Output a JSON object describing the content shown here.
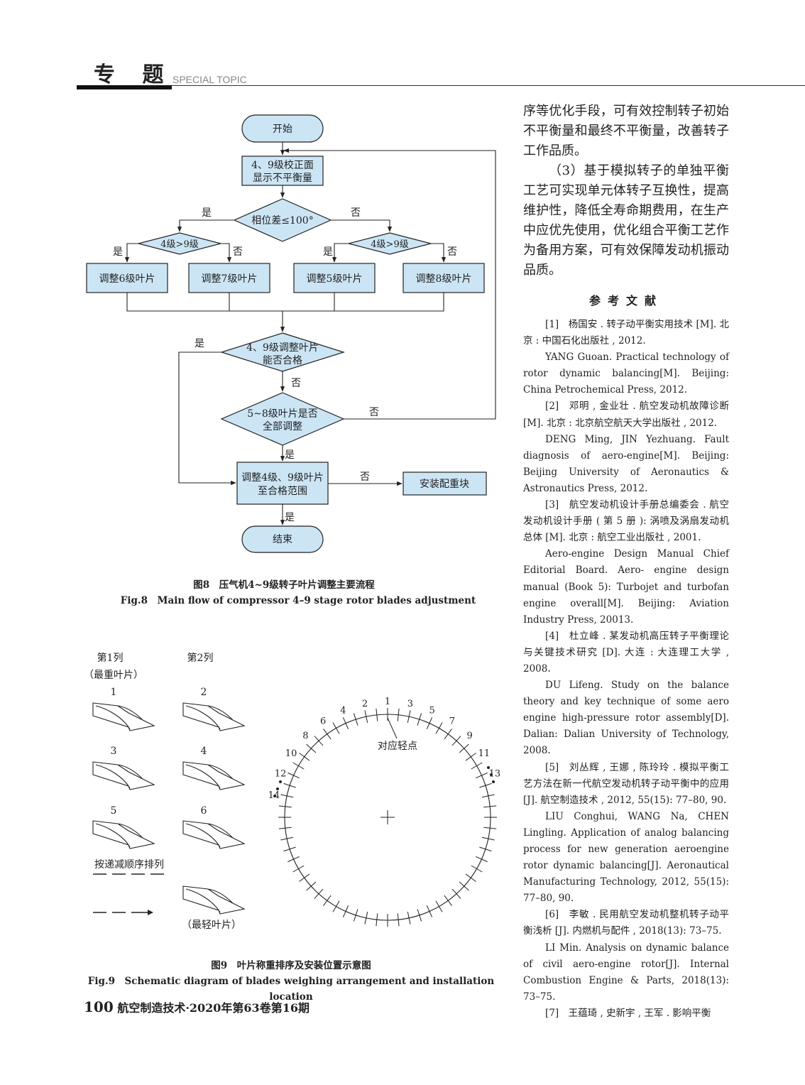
{
  "header": {
    "title": "专 题",
    "subtitle": "SPECIAL TOPIC"
  },
  "figure8": {
    "nodes": {
      "start": "开始",
      "show1": "4、9级校正面",
      "show2": "显示不平衡量",
      "phase": "相位差≤100°",
      "cmpL": "4级>9级",
      "cmpR": "4级>9级",
      "adj6": "调整6级叶片",
      "adj7": "调整7级叶片",
      "adj5": "调整5级叶片",
      "adj8": "调整8级叶片",
      "q1a": "4、9级调整叶片",
      "q1b": "能否合格",
      "q2a": "5~8级叶片是否",
      "q2b": "全部调整",
      "fix1": "调整4级、9级叶片",
      "fix2": "至合格范围",
      "counter": "安装配重块",
      "end": "结束"
    },
    "labels": {
      "yes": "是",
      "no": "否"
    },
    "caption_cn": "图8　压气机4~9级转子叶片调整主要流程",
    "caption_en": "Fig.8　Main flow of compressor 4–9 stage rotor blades adjustment"
  },
  "figure9": {
    "col1": "第1列",
    "col1_note": "（最重叶片）",
    "col2": "第2列",
    "blade_nums": [
      "1",
      "2",
      "3",
      "4",
      "5",
      "6"
    ],
    "order_label": "按递减顺序排列",
    "lightest": "（最轻叶片）",
    "light_point": "对应轻点",
    "ring_nums": [
      "1",
      "2",
      "3",
      "4",
      "5",
      "6",
      "7",
      "8",
      "9",
      "10",
      "11",
      "12",
      "13",
      "14"
    ],
    "caption_cn": "图9　叶片称重排序及安装位置示意图",
    "caption_en": "Fig.9　Schematic diagram of blades weighing arrangement and installation location"
  },
  "body": {
    "p1": "序等优化手段，可有效控制转子初始不平衡量和最终不平衡量，改善转子工作品质。",
    "p2": "（3）基于模拟转子的单独平衡工艺可实现单元体转子互换性，提高维护性，降低全寿命期费用，在生产中应优先使用，优化组合平衡工艺作为备用方案，可有效保障发动机振动品质。"
  },
  "refs_title": "参考文献",
  "refs": [
    "[1]　杨国安 . 转子动平衡实用技术 [M]. 北京 : 中国石化出版社 , 2012.",
    "YANG Guoan. Practical technology of rotor dynamic balancing[M]. Beijing: China Petrochemical Press, 2012.",
    "[2]　邓明 , 金业壮 . 航空发动机故障诊断 [M]. 北京 : 北京航空航天大学出版社 , 2012.",
    "DENG Ming, JIN Yezhuang. Fault diagnosis of aero-engine[M]. Beijing: Beijing University of Aeronautics & Astronautics Press, 2012.",
    "[3]　航空发动机设计手册总编委会 . 航空发动机设计手册 ( 第 5 册 ): 涡喷及涡扇发动机总体 [M]. 北京 : 航空工业出版社 , 2001.",
    "Aero-engine Design Manual Chief Editorial Board. Aero- engine design manual (Book 5): Turbojet and turbofan engine overall[M]. Beijing: Aviation Industry Press, 20013.",
    "[4]　杜立峰 . 某发动机高压转子平衡理论与关键技术研究 [D]. 大连 : 大连理工大学 , 2008.",
    "DU Lifeng. Study on the balance theory and key technique of some aero engine high-pressure rotor assembly[D]. Dalian: Dalian University of Technology, 2008.",
    "[5]　刘丛辉 , 王娜 , 陈玲玲 . 模拟平衡工艺方法在新一代航空发动机转子动平衡中的应用 [J]. 航空制造技术 , 2012, 55(15): 77–80, 90.",
    "LIU Conghui, WANG Na, CHEN Lingling. Application of analog balancing process for new generation aeroengine rotor dynamic balancing[J]. Aeronautical Manufacturing Technology, 2012, 55(15): 77–80, 90.",
    "[6]　李敏 . 民用航空发动机整机转子动平衡浅析 [J]. 内燃机与配件 , 2018(13): 73–75.",
    "LI Min. Analysis on dynamic balance of civil aero-engine rotor[J]. Internal Combustion Engine & Parts, 2018(13): 73–75.",
    "[7]　王蕴琦 , 史新宇 , 王军 . 影响平衡"
  ],
  "footer": {
    "page": "100",
    "journal": " 航空制造技术·2020年第63卷第16期"
  },
  "colors": {
    "box_fill": "#cce5f5",
    "box_stroke": "#222222"
  }
}
